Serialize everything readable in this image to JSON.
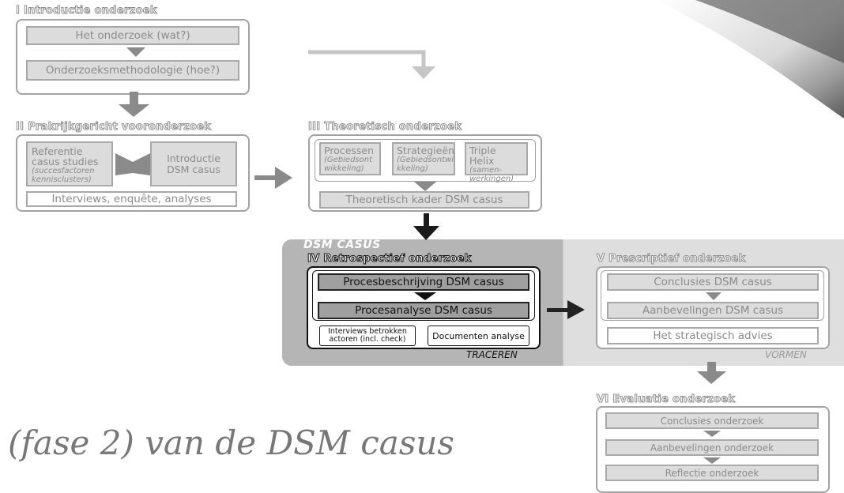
{
  "sections": {
    "intro": {
      "title": "I Introductie onderzoek",
      "box1": "Het onderzoek (wat?)",
      "box2": "Onderzoeksmethodologie (hoe?)"
    },
    "praktijk": {
      "title": "II Prakrijkgericht vooronderzoek",
      "ref_label": "Referentie casus studies",
      "ref_sub": "(succesfactoren kennisclusters)",
      "dsm_intro": "Introductie DSM casus",
      "interviews": "Interviews, enquête, analyses"
    },
    "theorie": {
      "title": "III Theoretisch onderzoek",
      "processen": "Processen",
      "processen_sub": "(Gebiedsont wikkeling)",
      "strategieen": "Strategieën",
      "strategieen_sub": "(Gebiedsontwi kkeling)",
      "triple": "Triple Helix",
      "triple_sub": "(samen- werkingen)",
      "kader": "Theoretisch kader DSM casus"
    },
    "dsm": {
      "label": "DSM CASUS",
      "retro_title": "IV Retrospectief onderzoek",
      "procesbeschrijving": "Procesbeschrijving DSM casus",
      "procesanalyse": "Procesanalyse DSM casus",
      "interviews": "Interviews betrokken actoren (incl. check)",
      "documenten": "Documenten analyse",
      "traceren": "TRACEREN",
      "presc_title": "V Prescriptief onderzoek",
      "conclusies": "Conclusies DSM casus",
      "aanbevelingen": "Aanbevelingen DSM casus",
      "advies": "Het strategisch advies",
      "vormen": "VORMEN"
    },
    "evaluatie": {
      "title": "VI Evaluatie onderzoek",
      "conclusies": "Conclusies onderzoek",
      "aanbevelingen": "Aanbevelingen onderzoek",
      "reflectie": "Reflectie onderzoek"
    }
  },
  "caption": "(fase 2) van de DSM casus",
  "colors": {
    "gray": "#a3a3a3",
    "dark": "#222222",
    "band": "#b5b5b5"
  }
}
